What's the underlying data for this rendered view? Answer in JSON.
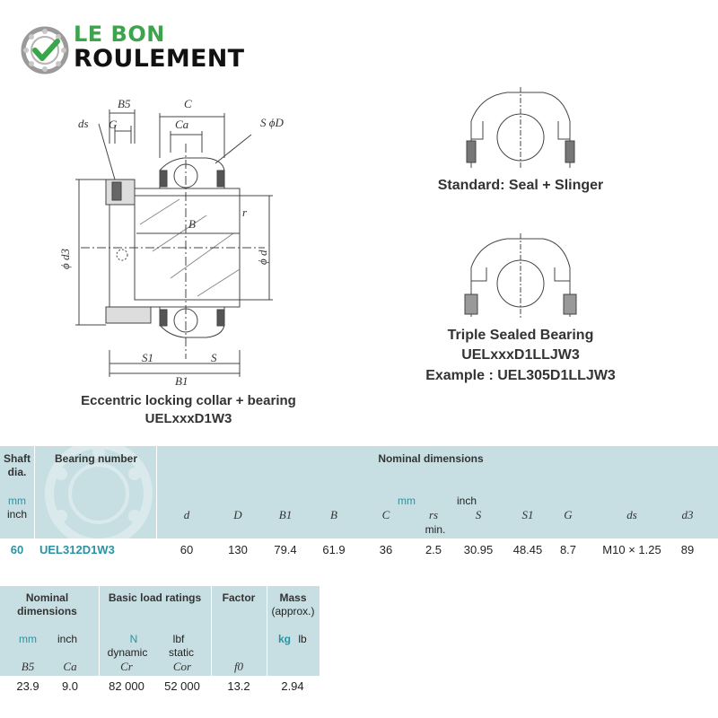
{
  "brand": {
    "line1": "LE BON",
    "line2": "ROULEMENT",
    "accent_color": "#3aa54a",
    "icon": "bearing-check-icon"
  },
  "drawing": {
    "labels": {
      "b5": "B5",
      "c": "C",
      "ds": "ds",
      "g": "G",
      "ca": "Ca",
      "sphid": "S ϕD",
      "r": "r",
      "b": "B",
      "phid3": "ϕ d3",
      "phid": "ϕ d",
      "s1": "S1",
      "s": "S",
      "b1": "B1"
    },
    "caption_line1": "Eccentric locking collar + bearing",
    "caption_line2": "UELxxxD1W3"
  },
  "variants": {
    "standard_caption": "Standard: Seal + Slinger",
    "triple_line1": "Triple Sealed Bearing",
    "triple_line2": "UELxxxD1LLJW3",
    "triple_line3": "Example : UEL305D1LLJW3"
  },
  "table1": {
    "header": {
      "shaft": "Shaft",
      "dia": "dia.",
      "bearing_number": "Bearing number",
      "nominal_dimensions": "Nominal dimensions",
      "mm": "mm",
      "inch": "inch",
      "rs_min": "min."
    },
    "symbols": [
      "d",
      "D",
      "B1",
      "B",
      "C",
      "rs",
      "S",
      "S1",
      "G",
      "ds",
      "d3"
    ],
    "row": {
      "shaft": "60",
      "bearing_number": "UEL312D1W3",
      "values": [
        "60",
        "130",
        "79.4",
        "61.9",
        "36",
        "2.5",
        "30.95",
        "48.45",
        "8.7",
        "M10 × 1.25",
        "89"
      ]
    }
  },
  "table2": {
    "header": {
      "nominal": "Nominal",
      "dimensions": "dimensions",
      "basic_load": "Basic load ratings",
      "factor": "Factor",
      "mass": "Mass",
      "approx": "(approx.)",
      "mm": "mm",
      "inch": "inch",
      "n": "N",
      "lbf": "lbf",
      "dynamic": "dynamic",
      "static": "static",
      "kg": "kg",
      "lb": "lb"
    },
    "symbols": [
      "B5",
      "Ca",
      "Cr",
      "Cor",
      "f0"
    ],
    "values": [
      "23.9",
      "9.0",
      "82 000",
      "52 000",
      "13.2",
      "2.94"
    ]
  }
}
